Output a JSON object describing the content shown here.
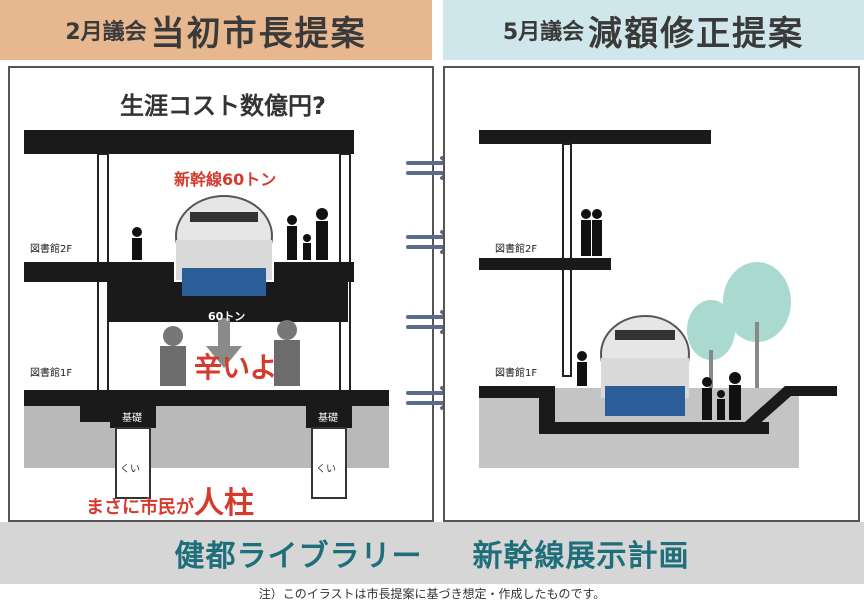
{
  "header_left": {
    "meeting": "2月議会",
    "title": "当初市長提案"
  },
  "header_right": {
    "meeting": "5月議会",
    "title": "減額修正提案"
  },
  "left_panel": {
    "cost_question": "生涯コスト数億円?",
    "train_label": "新幹線60トン",
    "weight_label": "60トン",
    "floor_2f": "図書館2F",
    "floor_1f": "図書館1F",
    "struggle_text": "辛いよ",
    "foundation_label": "基礎",
    "pile_label": "くい",
    "sacrifice_text_prefix": "まさに市民が",
    "sacrifice_text_emph": "人柱"
  },
  "right_panel": {
    "floor_2f": "図書館2F",
    "floor_1f": "図書館1F"
  },
  "footer": {
    "title_part1": "健都ライブラリー",
    "title_part2": "新幹線展示計画"
  },
  "note": "注）このイラストは市長提案に基づき想定・作成したものです。",
  "colors": {
    "header_left_bg": "#e7b78f",
    "header_right_bg": "#cfe7ea",
    "footer_text": "#1e6f7a",
    "arrow": "#5a6b8c",
    "alert_red": "#d63a2f",
    "tree": "#a9d9cf"
  }
}
